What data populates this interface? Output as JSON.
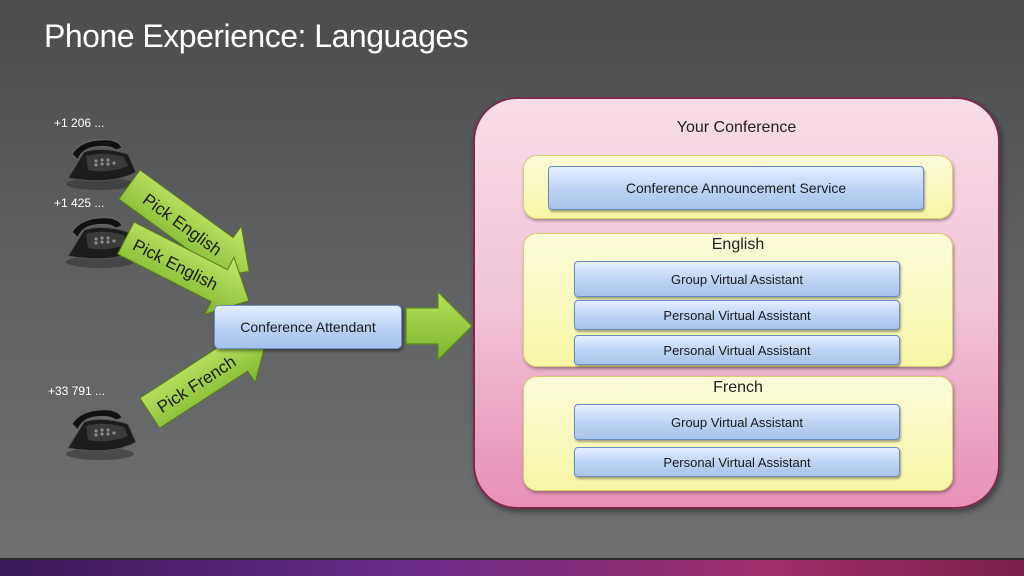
{
  "title": "Phone Experience: Languages",
  "phones": [
    {
      "number": "+1 206 ..."
    },
    {
      "number": "+1 425 ..."
    },
    {
      "number": "+33 791 ..."
    }
  ],
  "choices": [
    {
      "label": "Pick English"
    },
    {
      "label": "Pick English"
    },
    {
      "label": "Pick French"
    }
  ],
  "attendant": "Conference Attendant",
  "conference": {
    "title": "Your Conference",
    "announcement": "Conference Announcement Service",
    "languages": [
      {
        "name": "English",
        "assistants": [
          "Group Virtual Assistant",
          "Personal Virtual Assistant",
          "Personal Virtual Assistant"
        ]
      },
      {
        "name": "French",
        "assistants": [
          "Group Virtual Assistant",
          "Personal Virtual Assistant"
        ]
      }
    ]
  },
  "colors": {
    "arrow_green": "#8cc63f",
    "conference_pink": "#f2c4d8",
    "language_yellow": "#f7f6a6",
    "service_blue": "#bcd2f4"
  }
}
